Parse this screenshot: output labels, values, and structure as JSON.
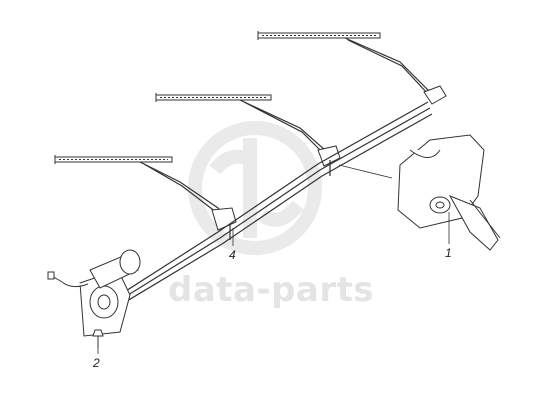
{
  "diagram": {
    "callouts": {
      "part_1": "1",
      "part_2": "2",
      "part_4": "4"
    },
    "watermark": {
      "text": "data-parts"
    },
    "colors": {
      "line": "#333333",
      "watermark": "#dcdcdc"
    }
  }
}
